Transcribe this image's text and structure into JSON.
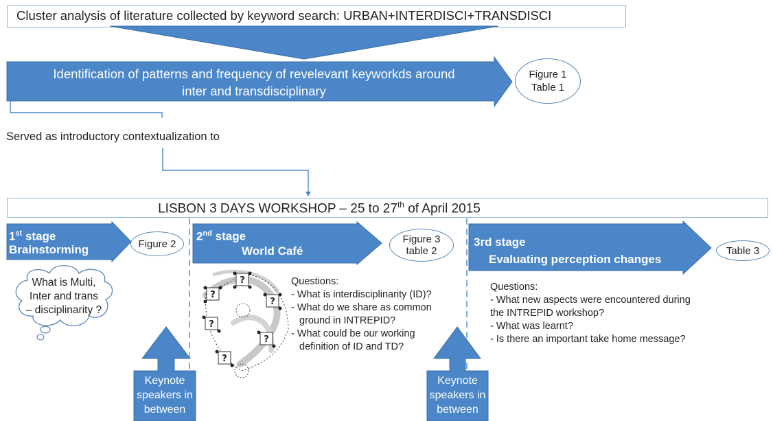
{
  "top_box": {
    "text": "Cluster analysis of literature collected by keyword search: URBAN+INTERDISCI+TRANSDISCI"
  },
  "identification": {
    "line1": "Identification of patterns and frequency of revelevant keyworkds around",
    "line2": "inter and transdisciplinary"
  },
  "figure1_table1": {
    "line1": "Figure 1",
    "line2": "Table 1"
  },
  "served_text": "Served as introductory contextualization to",
  "workshop": {
    "prefix": "LISBON 3 DAYS WORKSHOP – 25 to 27",
    "sup": "th",
    "suffix": " of April 2015"
  },
  "stage1": {
    "num": "1",
    "sup": "st",
    "word": " stage",
    "name": "Brainstorming",
    "figure": "Figure 2",
    "cloud": {
      "line1": "What is Multi,",
      "line2": "Inter and trans",
      "line3": "– disciplinarity ?"
    }
  },
  "stage2": {
    "num": "2",
    "sup": "nd",
    "word": " stage",
    "name": "World Café",
    "figure": {
      "line1": "Figure 3",
      "line2": "table 2"
    },
    "questions_title": "Questions:",
    "questions": [
      "- What is interdisciplinarity (ID)?",
      "- What do we share as common",
      "  ground in INTREPID?",
      "- What could be our working",
      "  definition of ID and TD?"
    ]
  },
  "stage3": {
    "title": "3rd stage",
    "name": "Evaluating perception changes",
    "figure": "Table 3",
    "questions_title": "Questions:",
    "questions": [
      "- What new aspects were encountered during",
      "the INTREPID workshop?",
      "- What was learnt?",
      "- Is there an important take home message?"
    ]
  },
  "keynote": {
    "line1": "Keynote",
    "line2": "speakers in",
    "line3": "between"
  },
  "colors": {
    "arrow_fill": "#4a86c8",
    "arrow_stroke": "#3a6ea5",
    "box_border": "#8fb2d8",
    "ellipse_border": "#5a86b8"
  }
}
